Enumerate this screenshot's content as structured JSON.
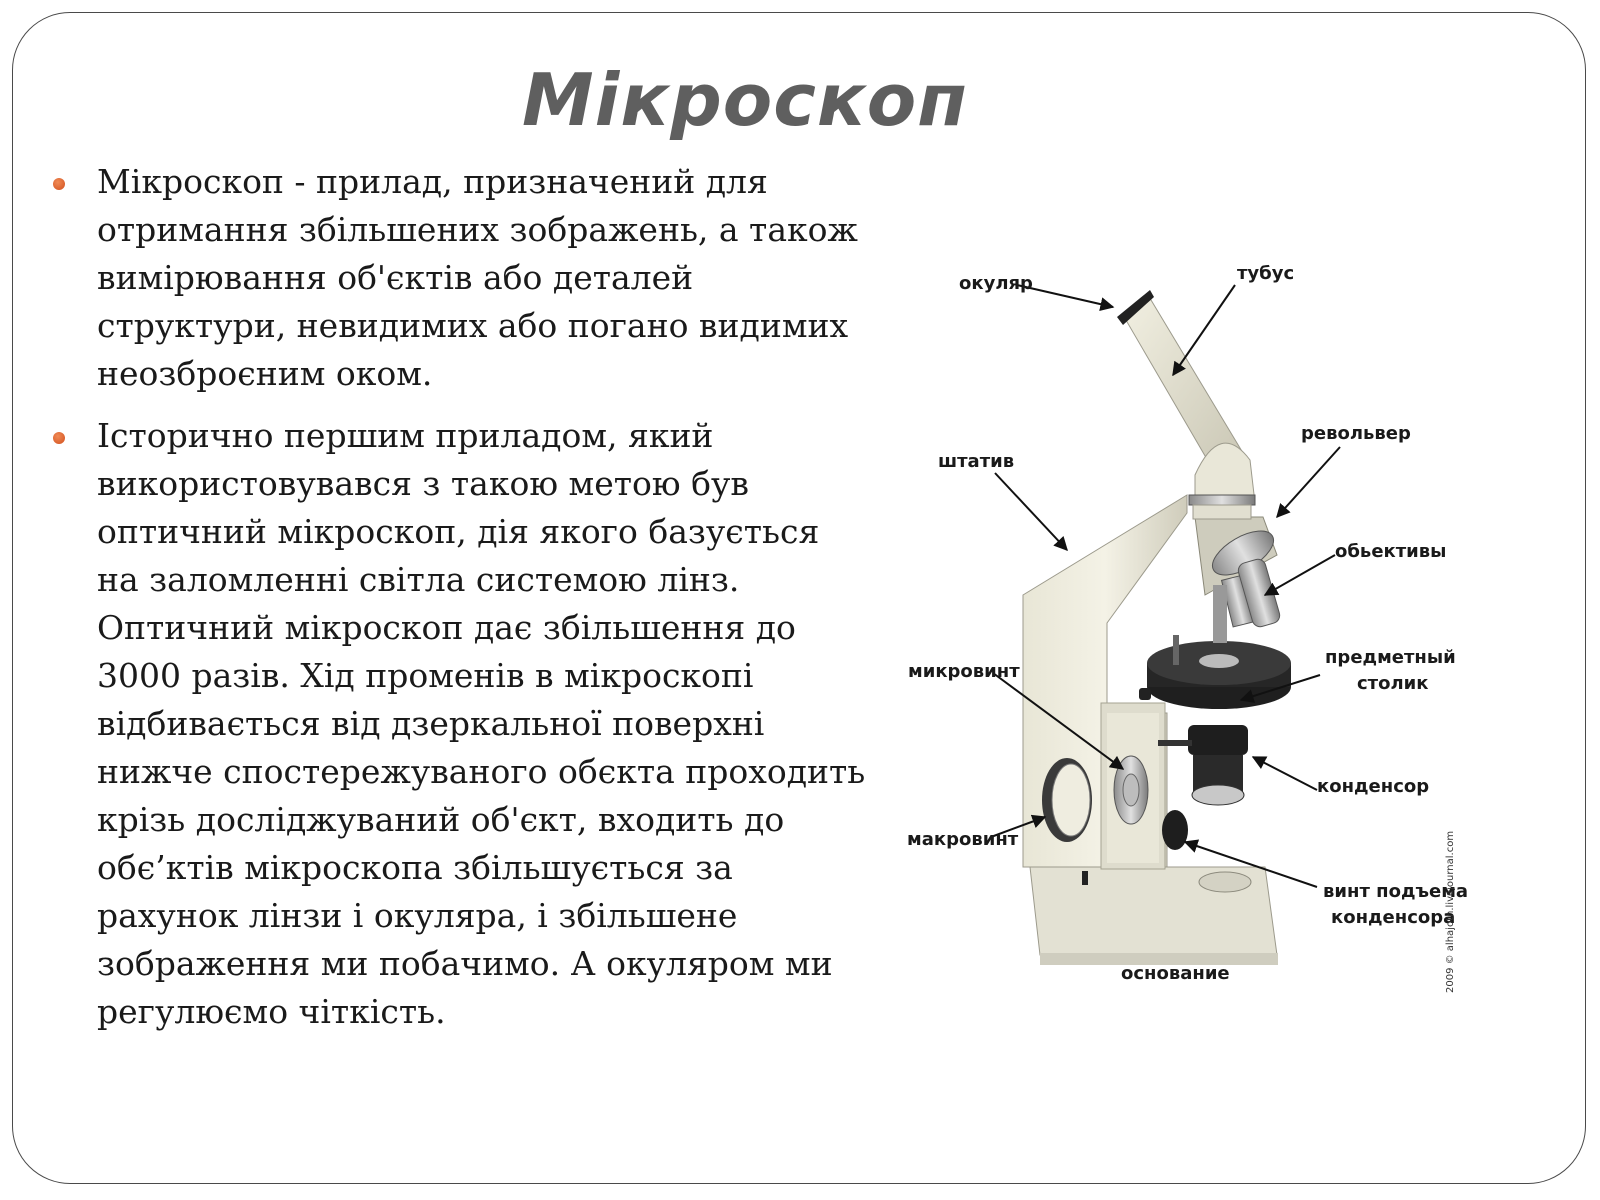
{
  "slide": {
    "title": "Мікроскоп",
    "bullets": [
      "Мікроскоп - прилад, призначений для отримання збільшених зображень, а також вимірювання об'єктів або деталей структури, невидимих або погано видимих неозброєним оком.",
      "Історично першим приладом, який використовувався з такою метою був оптичний мікроскоп, дія якого базується на заломленні світла системою лінз. Оптичний мікроскоп дає збільшення до 3000 разів. Хід променів в мікроскопі відбивається від дзеркальної поверхні нижче спостережуваного обєкта проходить крізь досліджуваний об'єкт, входить до обє’ктів мікроскопа збільшується за рахунок лінзи і окуляра, і збільшене зображення ми побачимо. А окуляром ми регулюємо чіткість."
    ],
    "bullet_color": "#d9581f",
    "title_color": "#5f5f5f"
  },
  "diagram": {
    "labels": {
      "ocular": "окуляр",
      "tube": "тубус",
      "revolver": "револьвер",
      "stand": "штатив",
      "objectives": "обьективы",
      "stage_line1": "предметный",
      "stage_line2": "столик",
      "micro_screw": "микровинт",
      "condenser": "конденсор",
      "macro_screw": "макровинт",
      "condenser_screw_line1": "винт подъема",
      "condenser_screw_line2": "конденсора",
      "base": "основание"
    },
    "credit": "2009 © alhajoth.livejournal.com"
  }
}
